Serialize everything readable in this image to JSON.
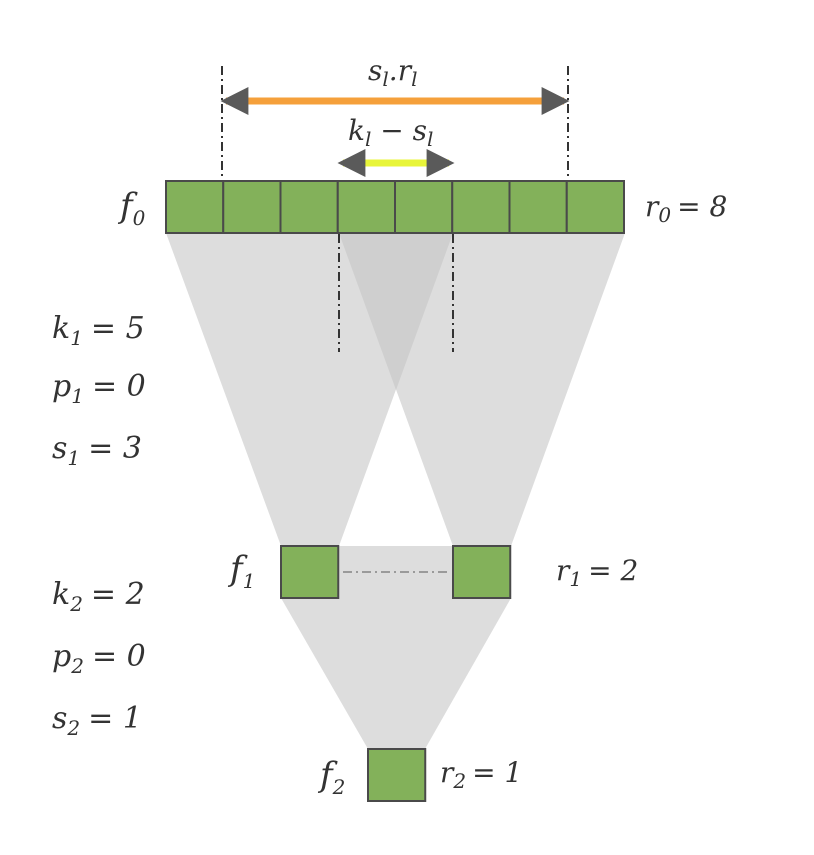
{
  "colors": {
    "cell_fill": "#83b15a",
    "cell_stroke": "#4a4a4a",
    "cone_fill": "#dddddd",
    "cone_overlap": "#cfcfcf",
    "arrow_span": "#f5a03b",
    "arrow_overlap": "#e8f53a",
    "text": "#333333"
  },
  "layers": [
    {
      "name": "f",
      "sub": "0",
      "r_name": "r",
      "r_sub": "0",
      "r_value": "= 8",
      "cells": 8
    },
    {
      "name": "f",
      "sub": "1",
      "r_name": "r",
      "r_sub": "1",
      "r_value": "= 2",
      "cells": 2
    },
    {
      "name": "f",
      "sub": "2",
      "r_name": "r",
      "r_sub": "2",
      "r_value": "= 1",
      "cells": 1
    }
  ],
  "params_layer1": [
    {
      "sym": "k",
      "sub": "1",
      "value": "= 5"
    },
    {
      "sym": "p",
      "sub": "1",
      "value": "= 0"
    },
    {
      "sym": "s",
      "sub": "1",
      "value": "= 3"
    }
  ],
  "params_layer2": [
    {
      "sym": "k",
      "sub": "2",
      "value": "= 2"
    },
    {
      "sym": "p",
      "sub": "2",
      "value": "= 0"
    },
    {
      "sym": "s",
      "sub": "2",
      "value": "= 1"
    }
  ],
  "arrows": {
    "span": {
      "a": "s",
      "a_sub": "l",
      "sep": ".",
      "b": "r",
      "b_sub": "l"
    },
    "overlap": {
      "a": "k",
      "a_sub": "l",
      "sep": " − ",
      "b": "s",
      "b_sub": "l"
    }
  }
}
